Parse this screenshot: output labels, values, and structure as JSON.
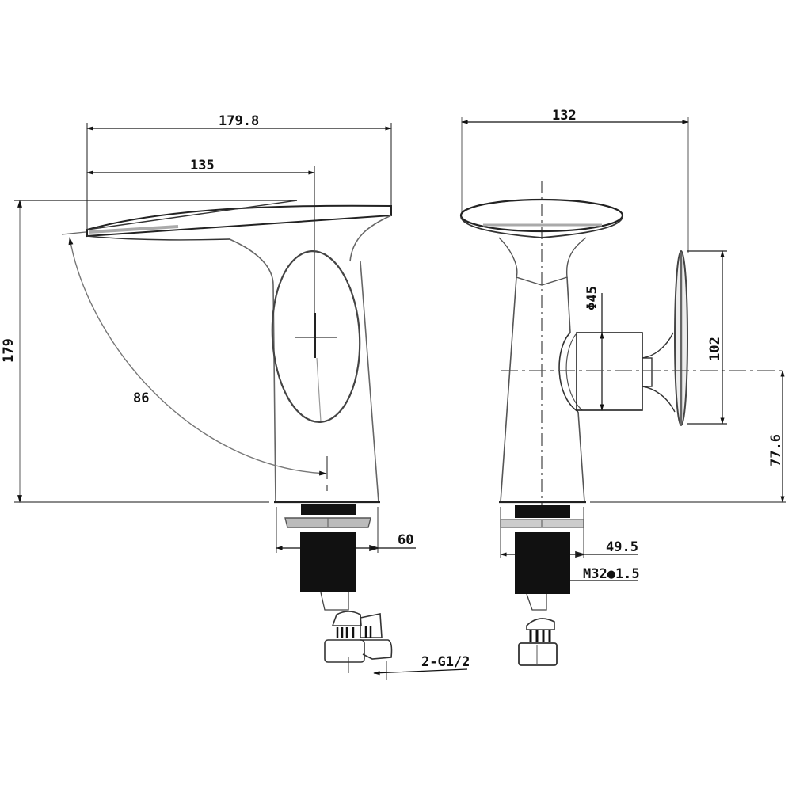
{
  "diagram": {
    "title": "",
    "views": [
      {
        "name": "side-view",
        "description": "Faucet side elevation"
      },
      {
        "name": "front-view",
        "description": "Faucet front elevation"
      }
    ],
    "dimensions": {
      "overall_length": "179.8",
      "spout_reach": "135",
      "overall_height": "179",
      "spout_arc": "86",
      "base_width_side": "60",
      "supply_thread": "2-G1/2",
      "overall_width_front": "132",
      "body_diameter": "Φ45",
      "handle_height": "102",
      "handle_center_height": "77.6",
      "base_width_front": "49.5",
      "mount_thread": "M32●1.5"
    },
    "colors": {
      "line": "#222222",
      "light_line": "#888888",
      "fill_dark": "#111111",
      "background": "#ffffff"
    }
  }
}
